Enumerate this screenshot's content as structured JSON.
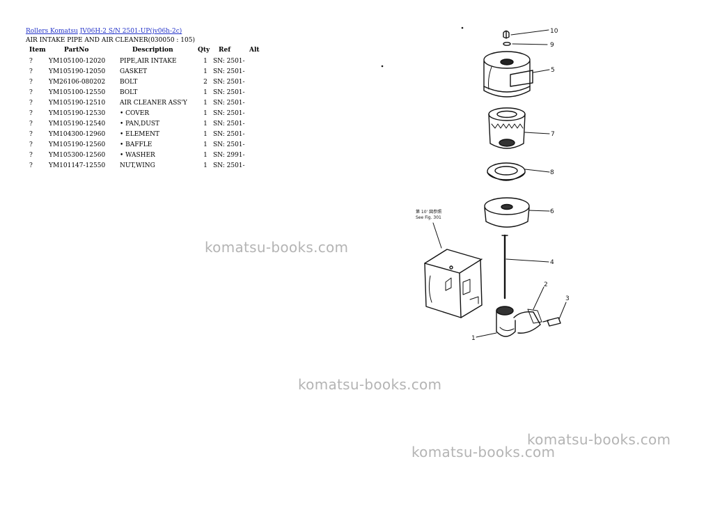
{
  "breadcrumb": {
    "link_1": "Rollers Komatsu",
    "link_2": "JV06H-2 S/N 2501-UP(jv06h-2c)"
  },
  "page_title": "AIR INTAKE PIPE AND AIR CLEANER(030050 : 105)",
  "table": {
    "headers": [
      "Item",
      "PartNo",
      "Description",
      "Qty",
      "Ref",
      "Alt"
    ],
    "rows": [
      {
        "item": "?",
        "part": "YM105100-12020",
        "desc": "PIPE,AIR INTAKE",
        "qty": "1",
        "ref": "SN: 2501-",
        "alt": ""
      },
      {
        "item": "?",
        "part": "YM105190-12050",
        "desc": "GASKET",
        "qty": "1",
        "ref": "SN: 2501-",
        "alt": ""
      },
      {
        "item": "?",
        "part": "YM26106-080202",
        "desc": "BOLT",
        "qty": "2",
        "ref": "SN: 2501-",
        "alt": ""
      },
      {
        "item": "?",
        "part": "YM105100-12550",
        "desc": "BOLT",
        "qty": "1",
        "ref": "SN: 2501-",
        "alt": ""
      },
      {
        "item": "?",
        "part": "YM105190-12510",
        "desc": "AIR CLEANER ASS'Y",
        "qty": "1",
        "ref": "SN: 2501-",
        "alt": ""
      },
      {
        "item": "?",
        "part": "YM105190-12530",
        "desc": "• COVER",
        "qty": "1",
        "ref": "SN: 2501-",
        "alt": ""
      },
      {
        "item": "?",
        "part": "YM105190-12540",
        "desc": "• PAN,DUST",
        "qty": "1",
        "ref": "SN: 2501-",
        "alt": ""
      },
      {
        "item": "?",
        "part": "YM104300-12960",
        "desc": "• ELEMENT",
        "qty": "1",
        "ref": "SN: 2501-",
        "alt": ""
      },
      {
        "item": "?",
        "part": "YM105190-12560",
        "desc": "• BAFFLE",
        "qty": "1",
        "ref": "SN: 2501-",
        "alt": ""
      },
      {
        "item": "?",
        "part": "YM105300-12560",
        "desc": "• WASHER",
        "qty": "1",
        "ref": "SN: 2991-",
        "alt": ""
      },
      {
        "item": "?",
        "part": "YM101147-12550",
        "desc": "NUT,WING",
        "qty": "1",
        "ref": "SN: 2501-",
        "alt": ""
      }
    ]
  },
  "diagram": {
    "callouts": [
      "10",
      "9",
      "5",
      "7",
      "8",
      "6",
      "4",
      "2",
      "3",
      "1"
    ],
    "note_line_1": "第 10' 図参照",
    "note_line_2": "See Fig. 301"
  },
  "watermarks": [
    "komatsu-books.com",
    "komatsu-books.com",
    "komatsu-books.com",
    "komatsu-books.com"
  ],
  "colors": {
    "link": "#2030c8",
    "watermark": "#b4b4b4"
  }
}
